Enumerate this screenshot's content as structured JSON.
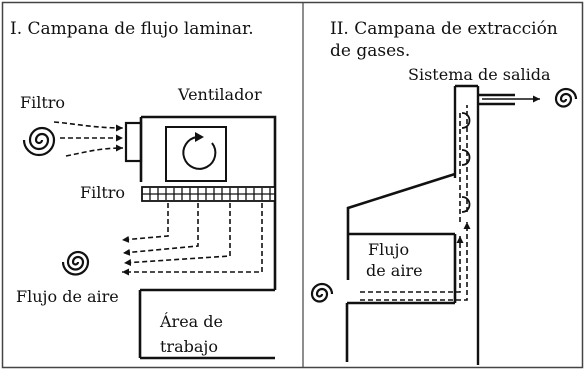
{
  "panel_laminar": {
    "title": "I. Campana de flujo laminar.",
    "label_filter_inlet": "Filtro",
    "label_fan": "Ventilador",
    "label_filter_grid": "Filtro",
    "label_air_flow": "Flujo de aire",
    "label_work_area_line1": "Área de",
    "label_work_area_line2": "trabajo"
  },
  "panel_extraction": {
    "title_line1": "II. Campana de extracción",
    "title_line2": "de gases.",
    "label_exhaust": "Sistema de salida",
    "label_air_flow_line1": "Flujo",
    "label_air_flow_line2": "de aire"
  }
}
